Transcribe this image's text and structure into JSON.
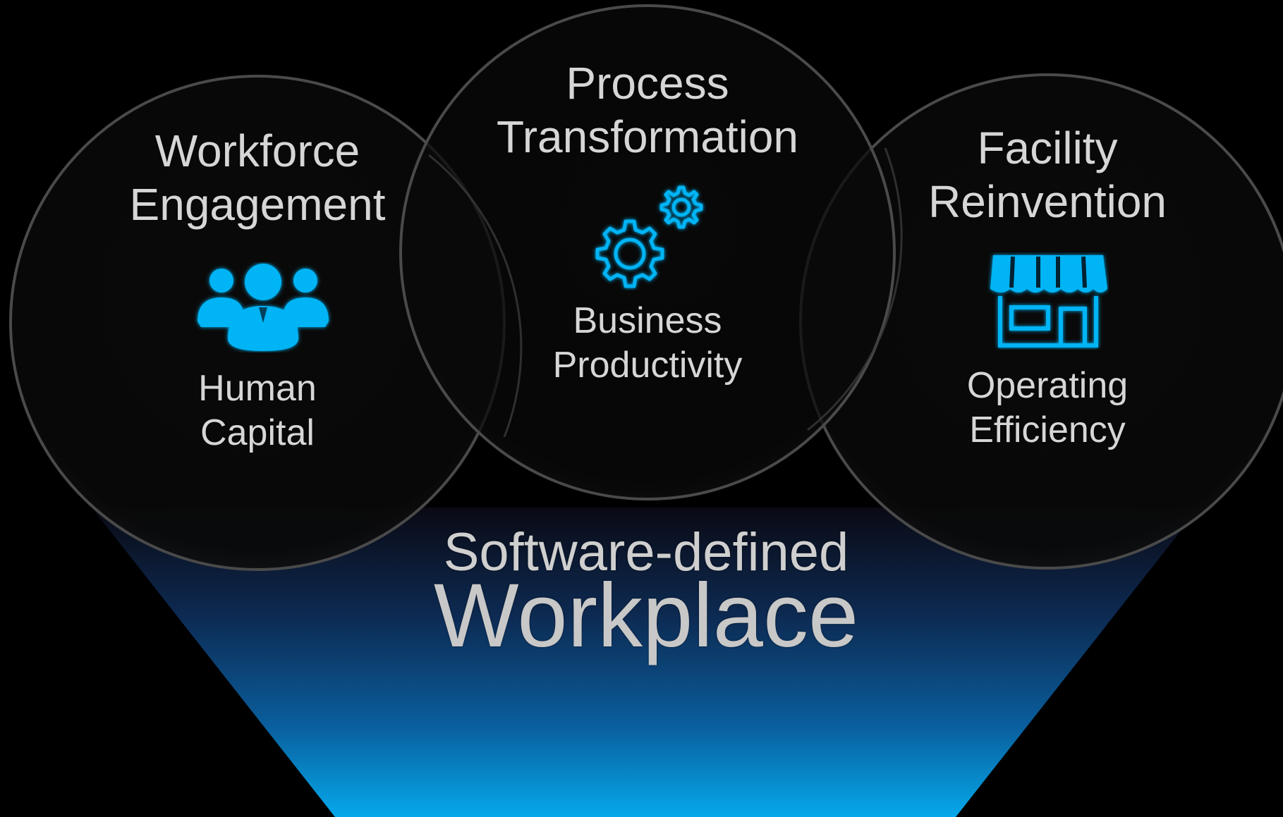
{
  "circles": [
    {
      "id": "workforce",
      "heading": [
        "Workforce",
        "Engagement"
      ],
      "icon": "team-people-icon",
      "subtitle": [
        "Human",
        "Capital"
      ]
    },
    {
      "id": "process",
      "heading": [
        "Process",
        "Transformation"
      ],
      "icon": "gears-icon",
      "subtitle": [
        "Business",
        "Productivity"
      ]
    },
    {
      "id": "facility",
      "heading": [
        "Facility",
        "Reinvention"
      ],
      "icon": "storefront-icon",
      "subtitle": [
        "Operating",
        "Efficiency"
      ]
    }
  ],
  "footer": {
    "line1": "Software-defined",
    "line2": "Workplace"
  },
  "colors": {
    "background": "#000000",
    "accent": "#00b4f5",
    "text": "#d6d6d6",
    "circle_border": "#4a4a4a"
  }
}
